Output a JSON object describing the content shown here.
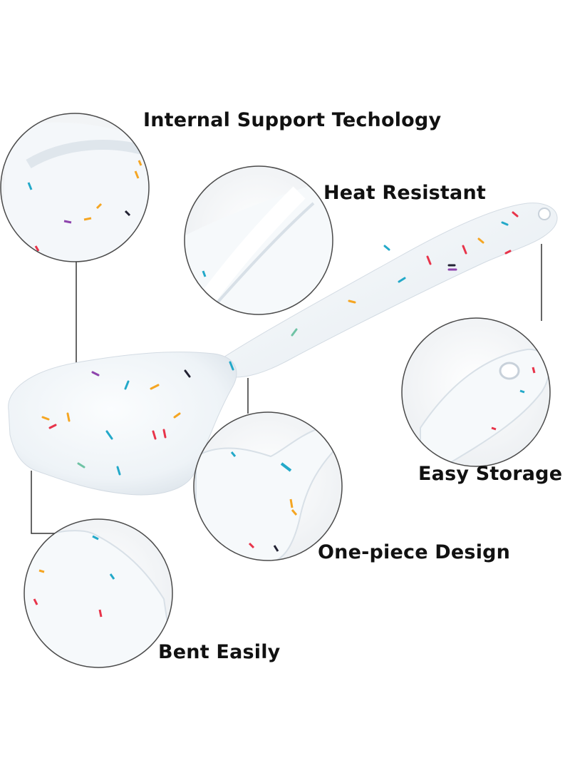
{
  "labels": {
    "internal_support": "Internal Support Techology",
    "heat_resistant": "Heat Resistant",
    "easy_storage": "Easy Storage",
    "one_piece_design": "One-piece Design",
    "bent_easily": "Bent Easily"
  },
  "colors": {
    "background": "#ffffff",
    "silicone": "#f1f5f8",
    "silicone_shadow": "#d6dee6",
    "circle_border": "#4a4a4a",
    "leader_line": "#333333",
    "label_text": "#111111",
    "speckles": [
      "#e8344a",
      "#f5a623",
      "#23a9c9",
      "#222233",
      "#8e44ad",
      "#6fc3a5"
    ]
  },
  "icons": {
    "spatula": "silicone-spatula-illustration",
    "detail_magnifier": "circular-zoom-detail"
  }
}
